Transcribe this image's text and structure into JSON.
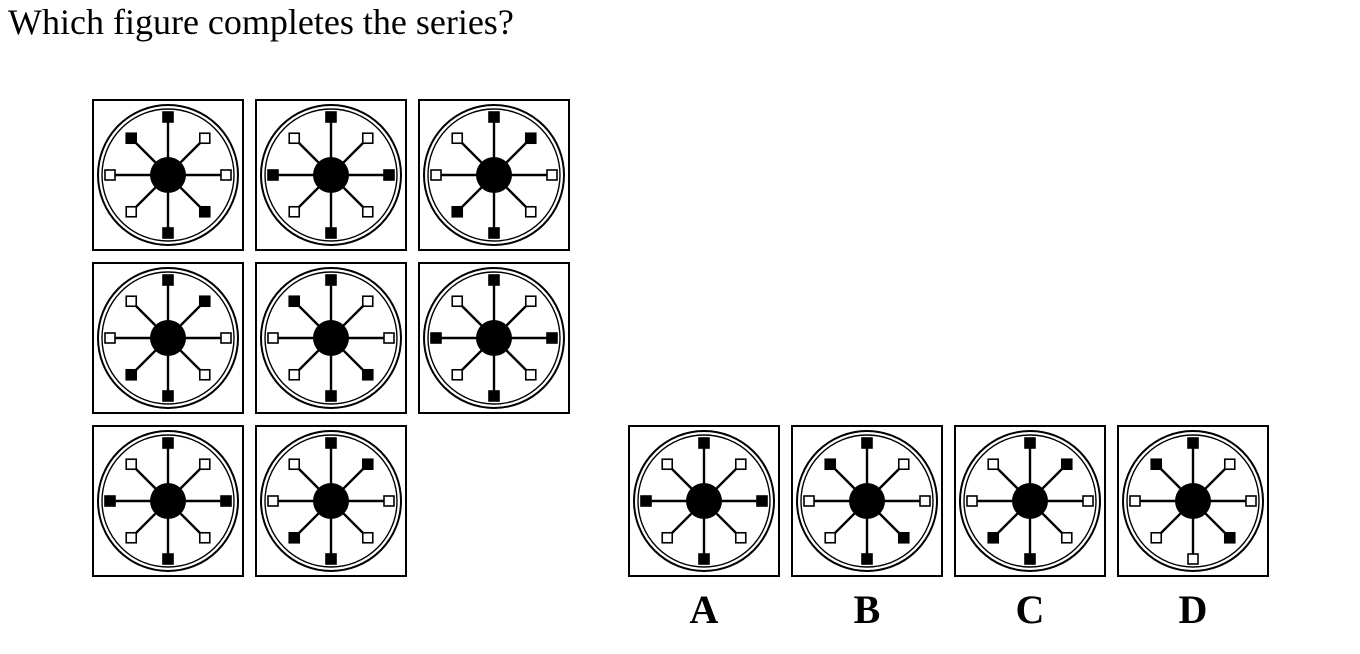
{
  "question": "Which figure completes the series?",
  "grid": [
    {
      "id": "r1c1",
      "squares": [
        "black",
        "white",
        "white",
        "black",
        "black",
        "white",
        "white",
        "black"
      ]
    },
    {
      "id": "r1c2",
      "squares": [
        "black",
        "white",
        "black",
        "white",
        "black",
        "white",
        "black",
        "white"
      ]
    },
    {
      "id": "r1c3",
      "squares": [
        "black",
        "black",
        "white",
        "white",
        "black",
        "black",
        "white",
        "white"
      ]
    },
    {
      "id": "r2c1",
      "squares": [
        "black",
        "black",
        "white",
        "white",
        "black",
        "black",
        "white",
        "white"
      ]
    },
    {
      "id": "r2c2",
      "squares": [
        "black",
        "white",
        "white",
        "black",
        "black",
        "white",
        "white",
        "black"
      ]
    },
    {
      "id": "r2c3",
      "squares": [
        "black",
        "white",
        "black",
        "white",
        "black",
        "white",
        "black",
        "white"
      ]
    },
    {
      "id": "r3c1",
      "squares": [
        "black",
        "white",
        "black",
        "white",
        "black",
        "white",
        "black",
        "white"
      ]
    },
    {
      "id": "r3c2",
      "squares": [
        "black",
        "black",
        "white",
        "white",
        "black",
        "black",
        "white",
        "white"
      ]
    }
  ],
  "options": [
    {
      "label": "A",
      "squares": [
        "black",
        "white",
        "black",
        "white",
        "black",
        "white",
        "black",
        "white"
      ]
    },
    {
      "label": "B",
      "squares": [
        "black",
        "white",
        "white",
        "black",
        "black",
        "white",
        "white",
        "black"
      ]
    },
    {
      "label": "C",
      "squares": [
        "black",
        "black",
        "white",
        "white",
        "black",
        "black",
        "white",
        "white"
      ]
    },
    {
      "label": "D",
      "squares": [
        "black",
        "white",
        "white",
        "black",
        "white",
        "white",
        "white",
        "black"
      ]
    }
  ]
}
